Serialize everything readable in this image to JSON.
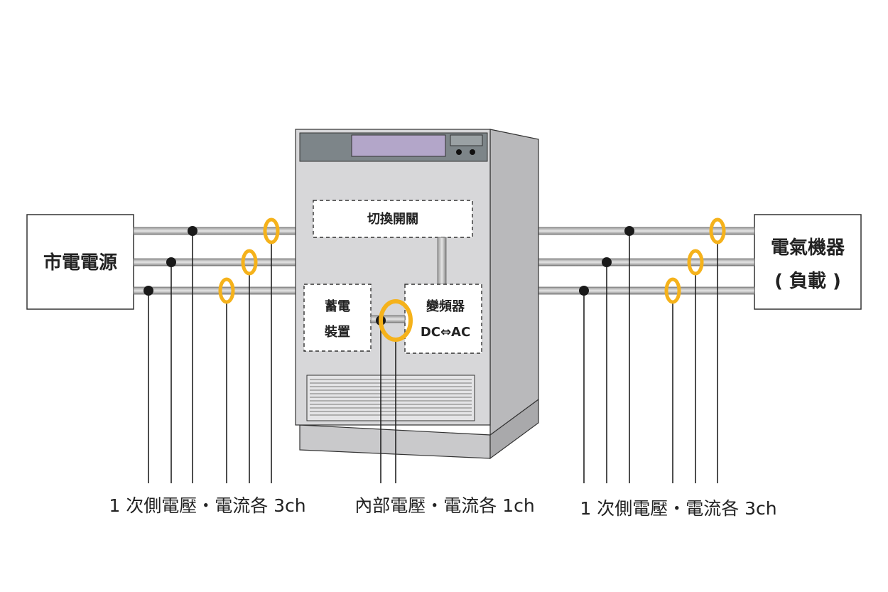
{
  "source_box": {
    "label": "市電電源"
  },
  "load_box": {
    "label_line1": "電氣機器",
    "label_line2": "( 負載 )"
  },
  "ups": {
    "switch_label": "切換開關",
    "battery_line1": "蓄電",
    "battery_line2": "裝置",
    "inverter_line1": "變頻器",
    "inverter_line2": "DC⇔AC"
  },
  "captions": {
    "left": "1 次側電壓・電流各 3ch",
    "center": "內部電壓・電流各 1ch",
    "right": "1 次側電壓・電流各 3ch"
  },
  "colors": {
    "clamp": "#f5b21b",
    "display": "#b3a6c9",
    "cabinet_front": "#d7d7d9",
    "cabinet_side": "#b9b9bb",
    "panel": "#7d8589",
    "wire": "#c9c9c9"
  }
}
